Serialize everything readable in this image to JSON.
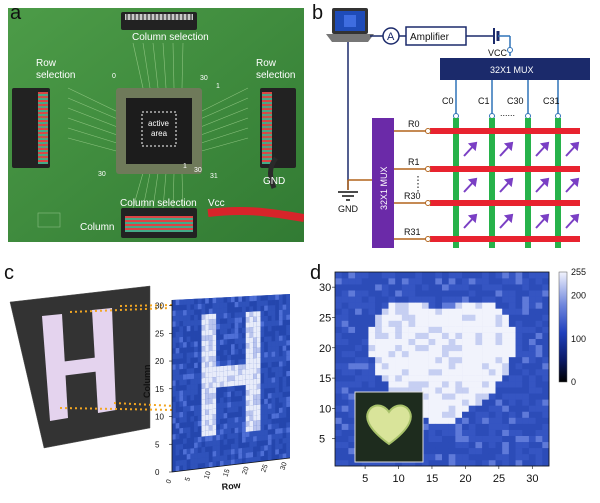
{
  "panels": {
    "a": {
      "letter": "a",
      "labels": {
        "column_selection_top": "Column selection",
        "row_selection_left": "Row selection",
        "row_selection_right": "Row selection",
        "active_area": "active area",
        "gnd": "GND",
        "column_selection_bottom": "Column selection",
        "vcc": "Vcc",
        "column": "Column",
        "tick_0": "0",
        "tick_30_top": "30",
        "tick_1_top": "1",
        "tick_30_left": "30",
        "tick_31_bottom": "31",
        "tick_1_bottom": "1",
        "tick_30_bottom": "30"
      }
    },
    "b": {
      "letter": "b",
      "amplifier": "Amplifier",
      "ammeter": "A",
      "vcc": "VCC",
      "mux_top": "32X1 MUX",
      "mux_left": "32X1 MUX",
      "gnd": "GND",
      "columns": [
        "C0",
        "C1",
        "C30",
        "C31"
      ],
      "rows": [
        "R0",
        "R1",
        "R30",
        "R31"
      ],
      "ellipsis": "......"
    },
    "c": {
      "letter": "c",
      "letter_shown": "H",
      "ylabel": "Column",
      "xlabel": "Row",
      "yticks": [
        "0",
        "5",
        "10",
        "15",
        "20",
        "25",
        "30"
      ],
      "xticks": [
        "0",
        "5",
        "10",
        "15",
        "20",
        "25",
        "30"
      ]
    },
    "d": {
      "letter": "d",
      "yticks": [
        "5",
        "10",
        "15",
        "20",
        "25",
        "30"
      ],
      "xticks": [
        "5",
        "10",
        "15",
        "20",
        "25",
        "30"
      ],
      "colorbar_ticks": [
        "255",
        "200",
        "100",
        "0"
      ]
    }
  },
  "colors": {
    "pcb_green": "#3f8f3c",
    "mux_navy": "#1b2a6b",
    "mux_purple": "#6b2aa8",
    "row_red": "#e8232f",
    "col_green": "#27b24a",
    "wire_blue": "#2f73b8",
    "wire_brown": "#b2641c",
    "diode_purple": "#7a3fc4",
    "heatmap_dark": "#1f3fa0",
    "heatmap_mid": "#3e63cc",
    "heatmap_light": "#eef0fb"
  },
  "chart_data": [
    {
      "type": "heatmap",
      "panel": "c",
      "title": "",
      "xlabel": "Row",
      "ylabel": "Column",
      "xlim": [
        0,
        31
      ],
      "ylim": [
        0,
        31
      ],
      "xticks": [
        0,
        5,
        10,
        15,
        20,
        25,
        30
      ],
      "yticks": [
        0,
        5,
        10,
        15,
        20,
        25,
        30
      ],
      "pattern": "letter H",
      "intensity_high_region": "H-shaped bright pixels on dark blue background"
    },
    {
      "type": "heatmap",
      "panel": "d",
      "title": "",
      "xlabel": "",
      "ylabel": "",
      "xlim": [
        1,
        32
      ],
      "ylim": [
        1,
        32
      ],
      "xticks": [
        5,
        10,
        15,
        20,
        25,
        30
      ],
      "yticks": [
        5,
        10,
        15,
        20,
        25,
        30
      ],
      "colorbar": {
        "min": 0,
        "max": 255,
        "ticks": [
          0,
          100,
          200,
          255
        ]
      },
      "pattern": "heart",
      "intensity_high_region": "heart-shaped bright pixels on blue background"
    }
  ]
}
